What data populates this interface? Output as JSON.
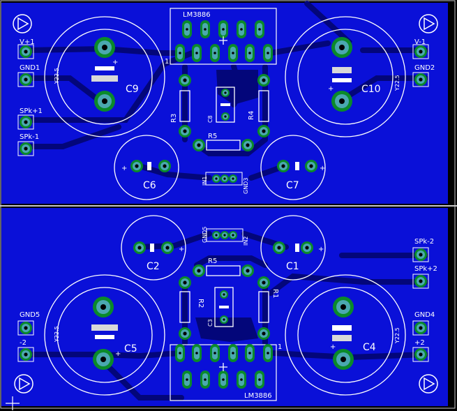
{
  "board": {
    "colors": {
      "background": "#000000",
      "copper": "#0a10d8",
      "trace": "#03067a",
      "pad": "#0a8a2a",
      "ring": "#4aa8b0",
      "silk": "#ffffff",
      "outline": "#c8c8c8"
    },
    "top": {
      "ic_label": "LM3886",
      "ic_pin1": "1",
      "caps": {
        "c9": {
          "label": "C9",
          "rating": "Y22.5"
        },
        "c10": {
          "label": "C10",
          "rating": "Y22.5"
        },
        "c6": {
          "label": "C6"
        },
        "c7": {
          "label": "C7"
        },
        "c8": {
          "label": "C8"
        }
      },
      "resistors": {
        "r3": "R3",
        "r4": "R4",
        "r5": "R5"
      },
      "connectors": {
        "vplus": "V+1",
        "gnd1": "GND1",
        "spkplus": "SPk+1",
        "spkminus": "SPk-1",
        "vminus": "V-1",
        "gnd2": "GND2",
        "in": "IN1",
        "gnd": "GND3"
      }
    },
    "bottom": {
      "ic_label": "LM3886",
      "ic_pin1": "1",
      "caps": {
        "c5": {
          "label": "C5",
          "rating": "Y22.5"
        },
        "c4": {
          "label": "C4",
          "rating": "Y22.5"
        },
        "c2": {
          "label": "C2"
        },
        "c1": {
          "label": "C1"
        },
        "c3": {
          "label": "C3"
        }
      },
      "resistors": {
        "r2": "R2",
        "r1": "R1",
        "r5": "R5"
      },
      "connectors": {
        "gnd5": "GND5",
        "minus2": "-2",
        "spkminus": "SPk-2",
        "spkplus": "SPk+2",
        "gnd4": "GND4",
        "plus2": "+2",
        "gnd": "GND5",
        "in": "IN2"
      }
    }
  }
}
